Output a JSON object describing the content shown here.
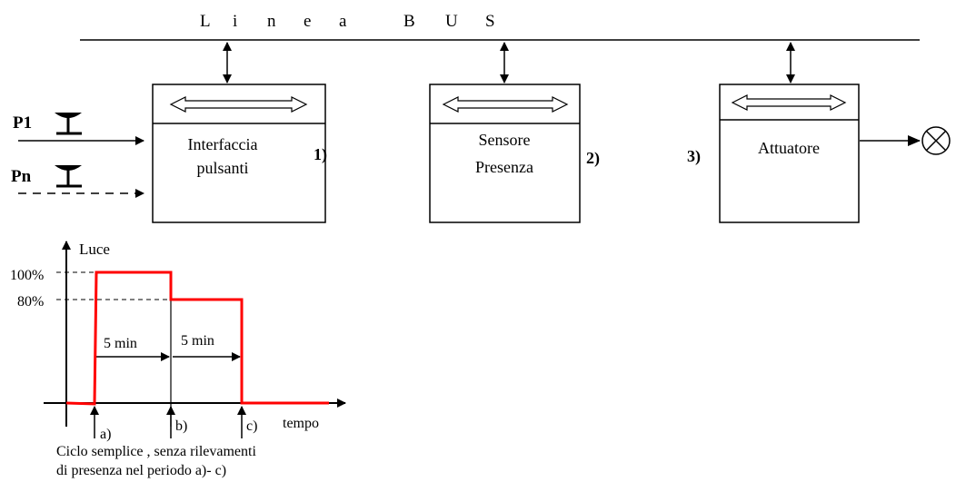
{
  "bus": {
    "title_letters": [
      "L",
      "i",
      "n",
      "e",
      "a",
      "B",
      "U",
      "S"
    ]
  },
  "inputs": {
    "p1_label": "P1",
    "pn_label": "Pn"
  },
  "modules": [
    {
      "line1": "Interfaccia",
      "line2": "pulsanti",
      "number": "1)"
    },
    {
      "line1": "Sensore",
      "line2": "Presenza",
      "number": "2)"
    },
    {
      "line1": "Attuatore",
      "line2": "",
      "number": "3)"
    }
  ],
  "graph": {
    "y_axis_label": "Luce",
    "x_axis_label": "tempo",
    "level_high_label": "100%",
    "level_mid_label": "80%",
    "interval1_label": "5 min",
    "interval2_label": "5 min",
    "marker_a": "a)",
    "marker_b": "b)",
    "marker_c": "c)",
    "caption_line1": "Ciclo semplice , senza rilevamenti",
    "caption_line2": "di presenza nel periodo a)- c)",
    "trace_color": "#ff0000"
  }
}
